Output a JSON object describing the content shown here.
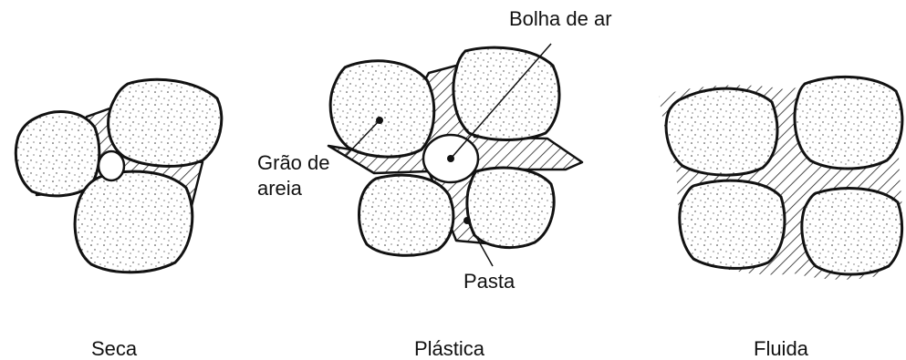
{
  "panels": [
    {
      "id": "dry",
      "caption": "Seca"
    },
    {
      "id": "plastic",
      "caption": "Plástica"
    },
    {
      "id": "fluid",
      "caption": "Fluida"
    }
  ],
  "annotations": {
    "air_bubble": "Bolha de ar",
    "sand_grain_line1": "Grão de",
    "sand_grain_line2": "areia",
    "paste": "Pasta"
  }
}
